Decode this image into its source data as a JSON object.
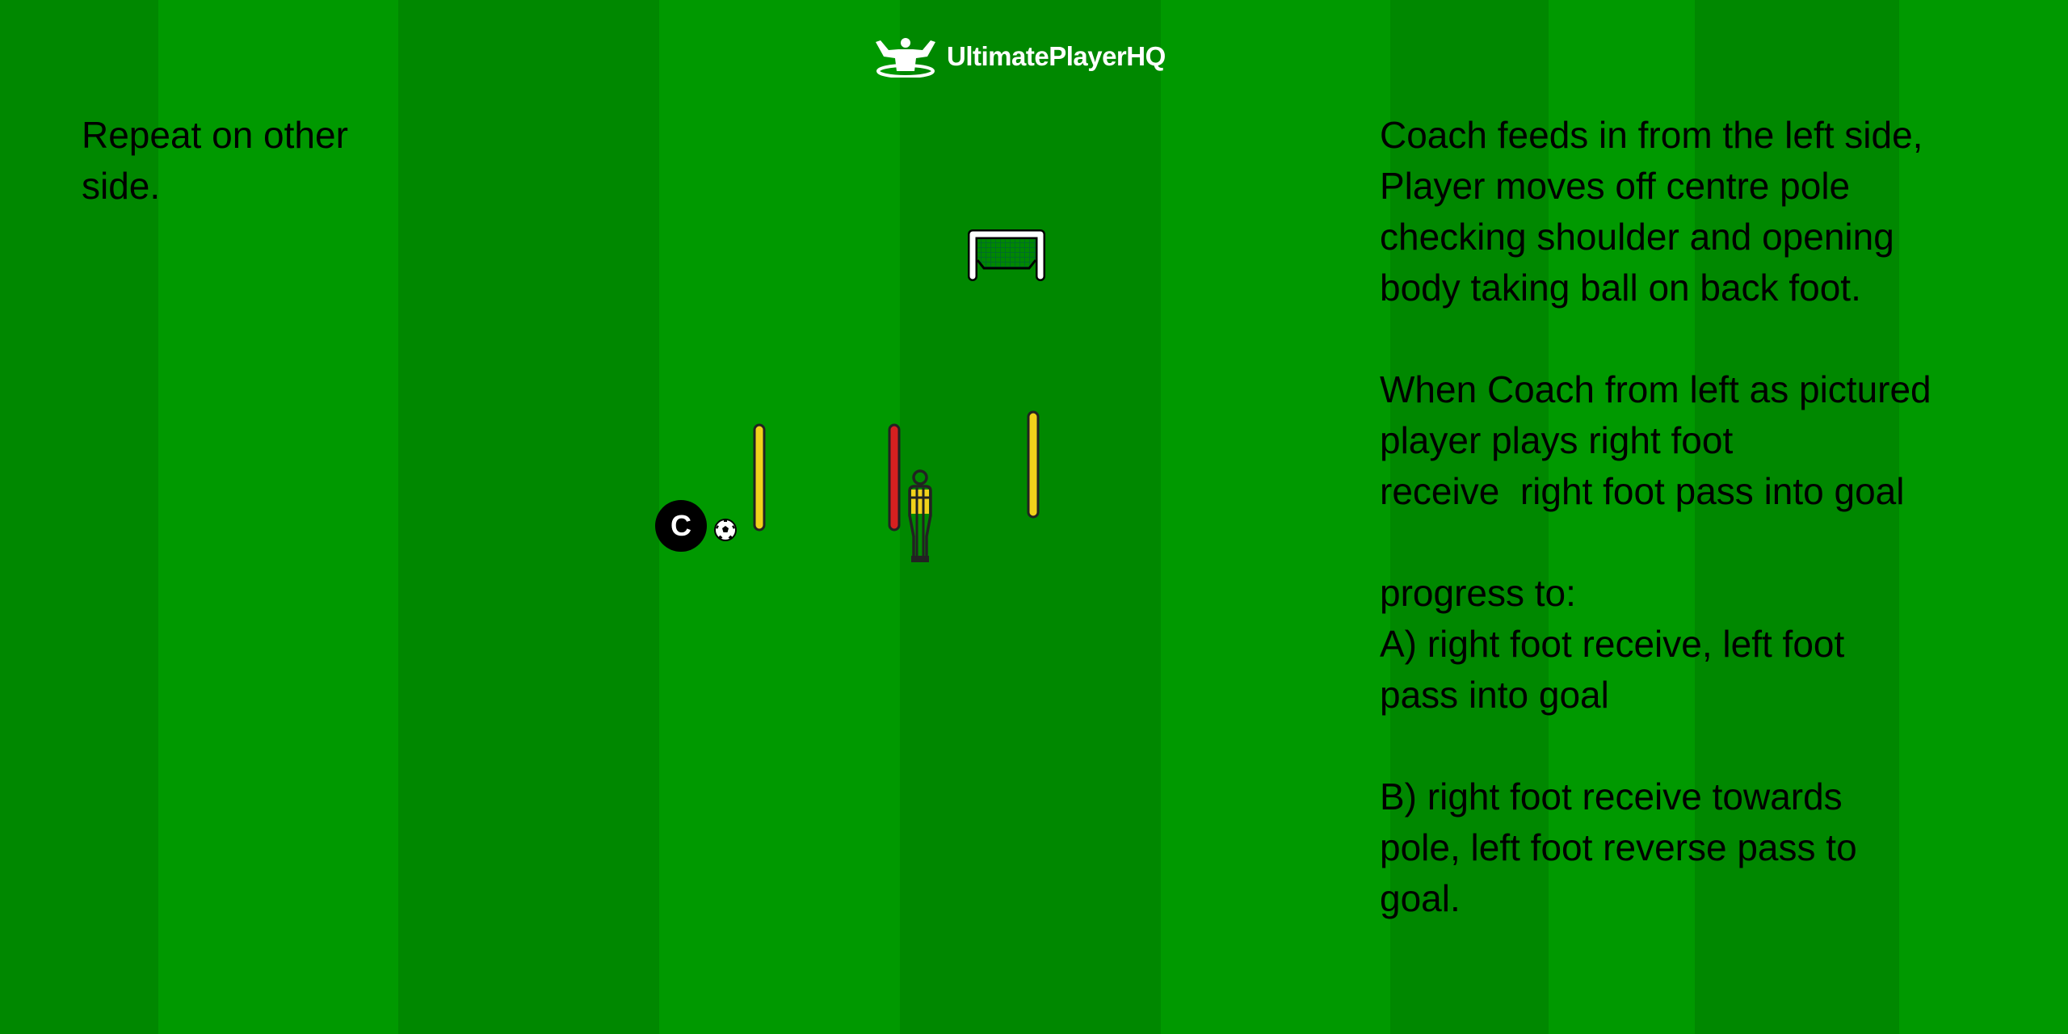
{
  "brand": {
    "logo_text": "UltimatePlayerHQ"
  },
  "notes": {
    "left": "Repeat on other side.",
    "right": "Coach feeds in from the left side,\nPlayer moves off centre pole\nchecking shoulder and opening\nbody taking ball on back foot.\n\nWhen Coach from left as pictured\nplayer plays right foot\nreceive  right foot pass into goal\n\nprogress to:\nA) right foot receive, left foot\npass into goal\n\nB) right foot receive towards\npole, left foot reverse pass to\ngoal."
  },
  "pitch": {
    "dark_stripe": "#008800",
    "light_stripe": "#009900"
  },
  "markers": {
    "coach_label": "C"
  },
  "items": {
    "goal": "goal-icon",
    "poles": [
      {
        "color": "#f2d21b"
      },
      {
        "color": "#d62020"
      },
      {
        "color": "#f2d21b"
      }
    ],
    "mannequin": "mannequin-icon",
    "ball": "football-icon"
  }
}
